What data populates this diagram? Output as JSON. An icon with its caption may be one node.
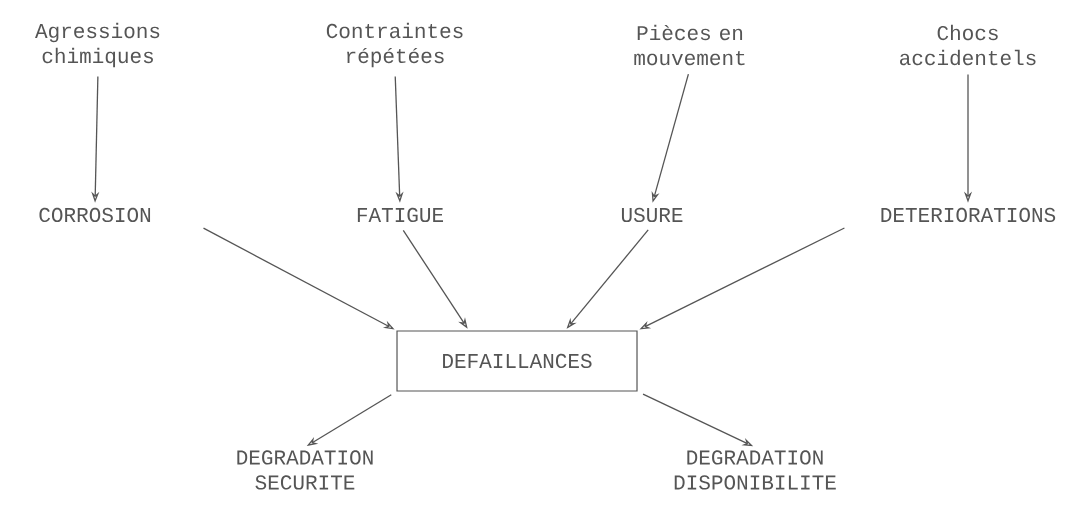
{
  "diagram": {
    "nodes": [
      {
        "text": [
          "Agressions chimiques"
        ]
      },
      {
        "text": [
          "Contraintes répétées"
        ]
      },
      {
        "text": [
          "Pièces en mouvement"
        ]
      },
      {
        "text": [
          "Chocs accidentels"
        ]
      },
      {
        "text": [
          "CORROSION"
        ]
      },
      {
        "text": [
          "FATIGUE"
        ]
      },
      {
        "text": [
          "USURE"
        ]
      },
      {
        "text": [
          "DETERIORATIONS"
        ]
      },
      {
        "text": [
          "DEFAILLANCES"
        ]
      },
      {
        "text": [
          "DEGRADATION SECURITE"
        ]
      },
      {
        "text": [
          "DEGRADATION DISPONIBILITE"
        ]
      }
    ],
    "edges": [
      {
        "from": 0,
        "to": 4,
        "arrow": "to"
      },
      {
        "from": 1,
        "to": 5,
        "arrow": "to"
      },
      {
        "from": 2,
        "to": 6,
        "arrow": "to"
      },
      {
        "from": 3,
        "to": 7,
        "arrow": "to"
      },
      {
        "from": 4,
        "to": 8,
        "arrow": "to"
      },
      {
        "from": 5,
        "to": 8,
        "arrow": "to"
      },
      {
        "from": 6,
        "to": 8,
        "arrow": "to"
      },
      {
        "from": 7,
        "to": 8,
        "arrow": "to"
      },
      {
        "from": 8,
        "to": 9,
        "arrow": "to"
      },
      {
        "from": 8,
        "to": 10,
        "arrow": "to"
      }
    ]
  }
}
